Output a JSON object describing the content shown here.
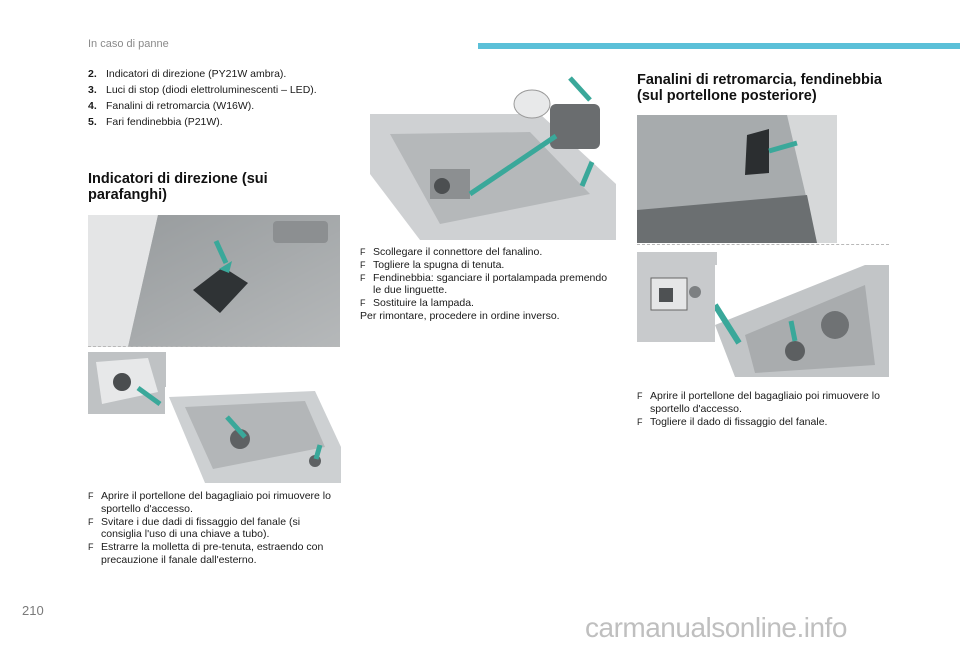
{
  "header": {
    "section": "In caso di panne"
  },
  "page_number": "210",
  "watermark": "carmanualsonline.info",
  "numbered_list": [
    {
      "num": "2.",
      "text": "Indicatori di direzione (PY21W ambra)."
    },
    {
      "num": "3.",
      "text": "Luci di stop (diodi elettroluminescenti – LED)."
    },
    {
      "num": "4.",
      "text": "Fanalini di retromarcia (W16W)."
    },
    {
      "num": "5.",
      "text": "Fari fendinebbia (P21W)."
    }
  ],
  "left_section": {
    "title": "Indicatori di direzione (sui\nparafanghi)",
    "bullets": [
      "Aprire il portellone del bagagliaio poi rimuovere lo sportello d'accesso.",
      "Svitare i due dadi di fissaggio del fanale (si consiglia l'uso di una chiave a tubo).",
      "Estrarre la molletta di pre-tenuta, estraendo con precauzione il fanale dall'esterno."
    ]
  },
  "middle_section": {
    "bullets": [
      "Scollegare il connettore del fanalino.",
      "Togliere la spugna di tenuta.",
      "Fendinebbia: sganciare il portalampada premendo le due linguette.",
      "Sostituire la lampada."
    ],
    "note": "Per rimontare, procedere in ordine inverso."
  },
  "right_section": {
    "title": "Fanalini di retromarcia, fendinebbia\n(sul portellone posteriore)",
    "bullets": [
      "Aprire il portellone del bagagliaio poi rimuovere lo sportello d'accesso.",
      "Togliere il dado di fissaggio del fanale."
    ]
  },
  "bullet_marker": "F",
  "colors": {
    "accent": "#5bc0d8",
    "arrow": "#3aa89a"
  }
}
